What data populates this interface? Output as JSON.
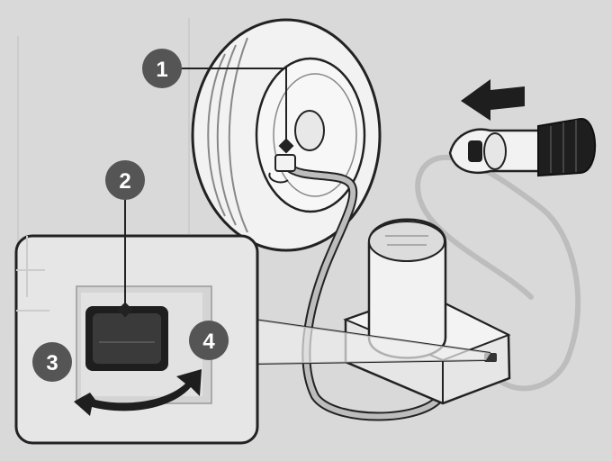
{
  "callouts": [
    {
      "id": "1",
      "label": "1"
    },
    {
      "id": "2",
      "label": "2"
    },
    {
      "id": "3",
      "label": "3"
    },
    {
      "id": "4",
      "label": "4"
    }
  ],
  "colors": {
    "background": "#d9d9d9",
    "inset_background": "#e6e6e6",
    "outline": "#222222",
    "callout_fill": "#555555",
    "hose": "#bdbdbd",
    "part_light": "#f2f2f2",
    "part_mid": "#c8c8c8",
    "plug_dark": "#1e1e1e"
  },
  "icons": [
    "direction-arrow-icon",
    "rotation-arrow-icon"
  ]
}
